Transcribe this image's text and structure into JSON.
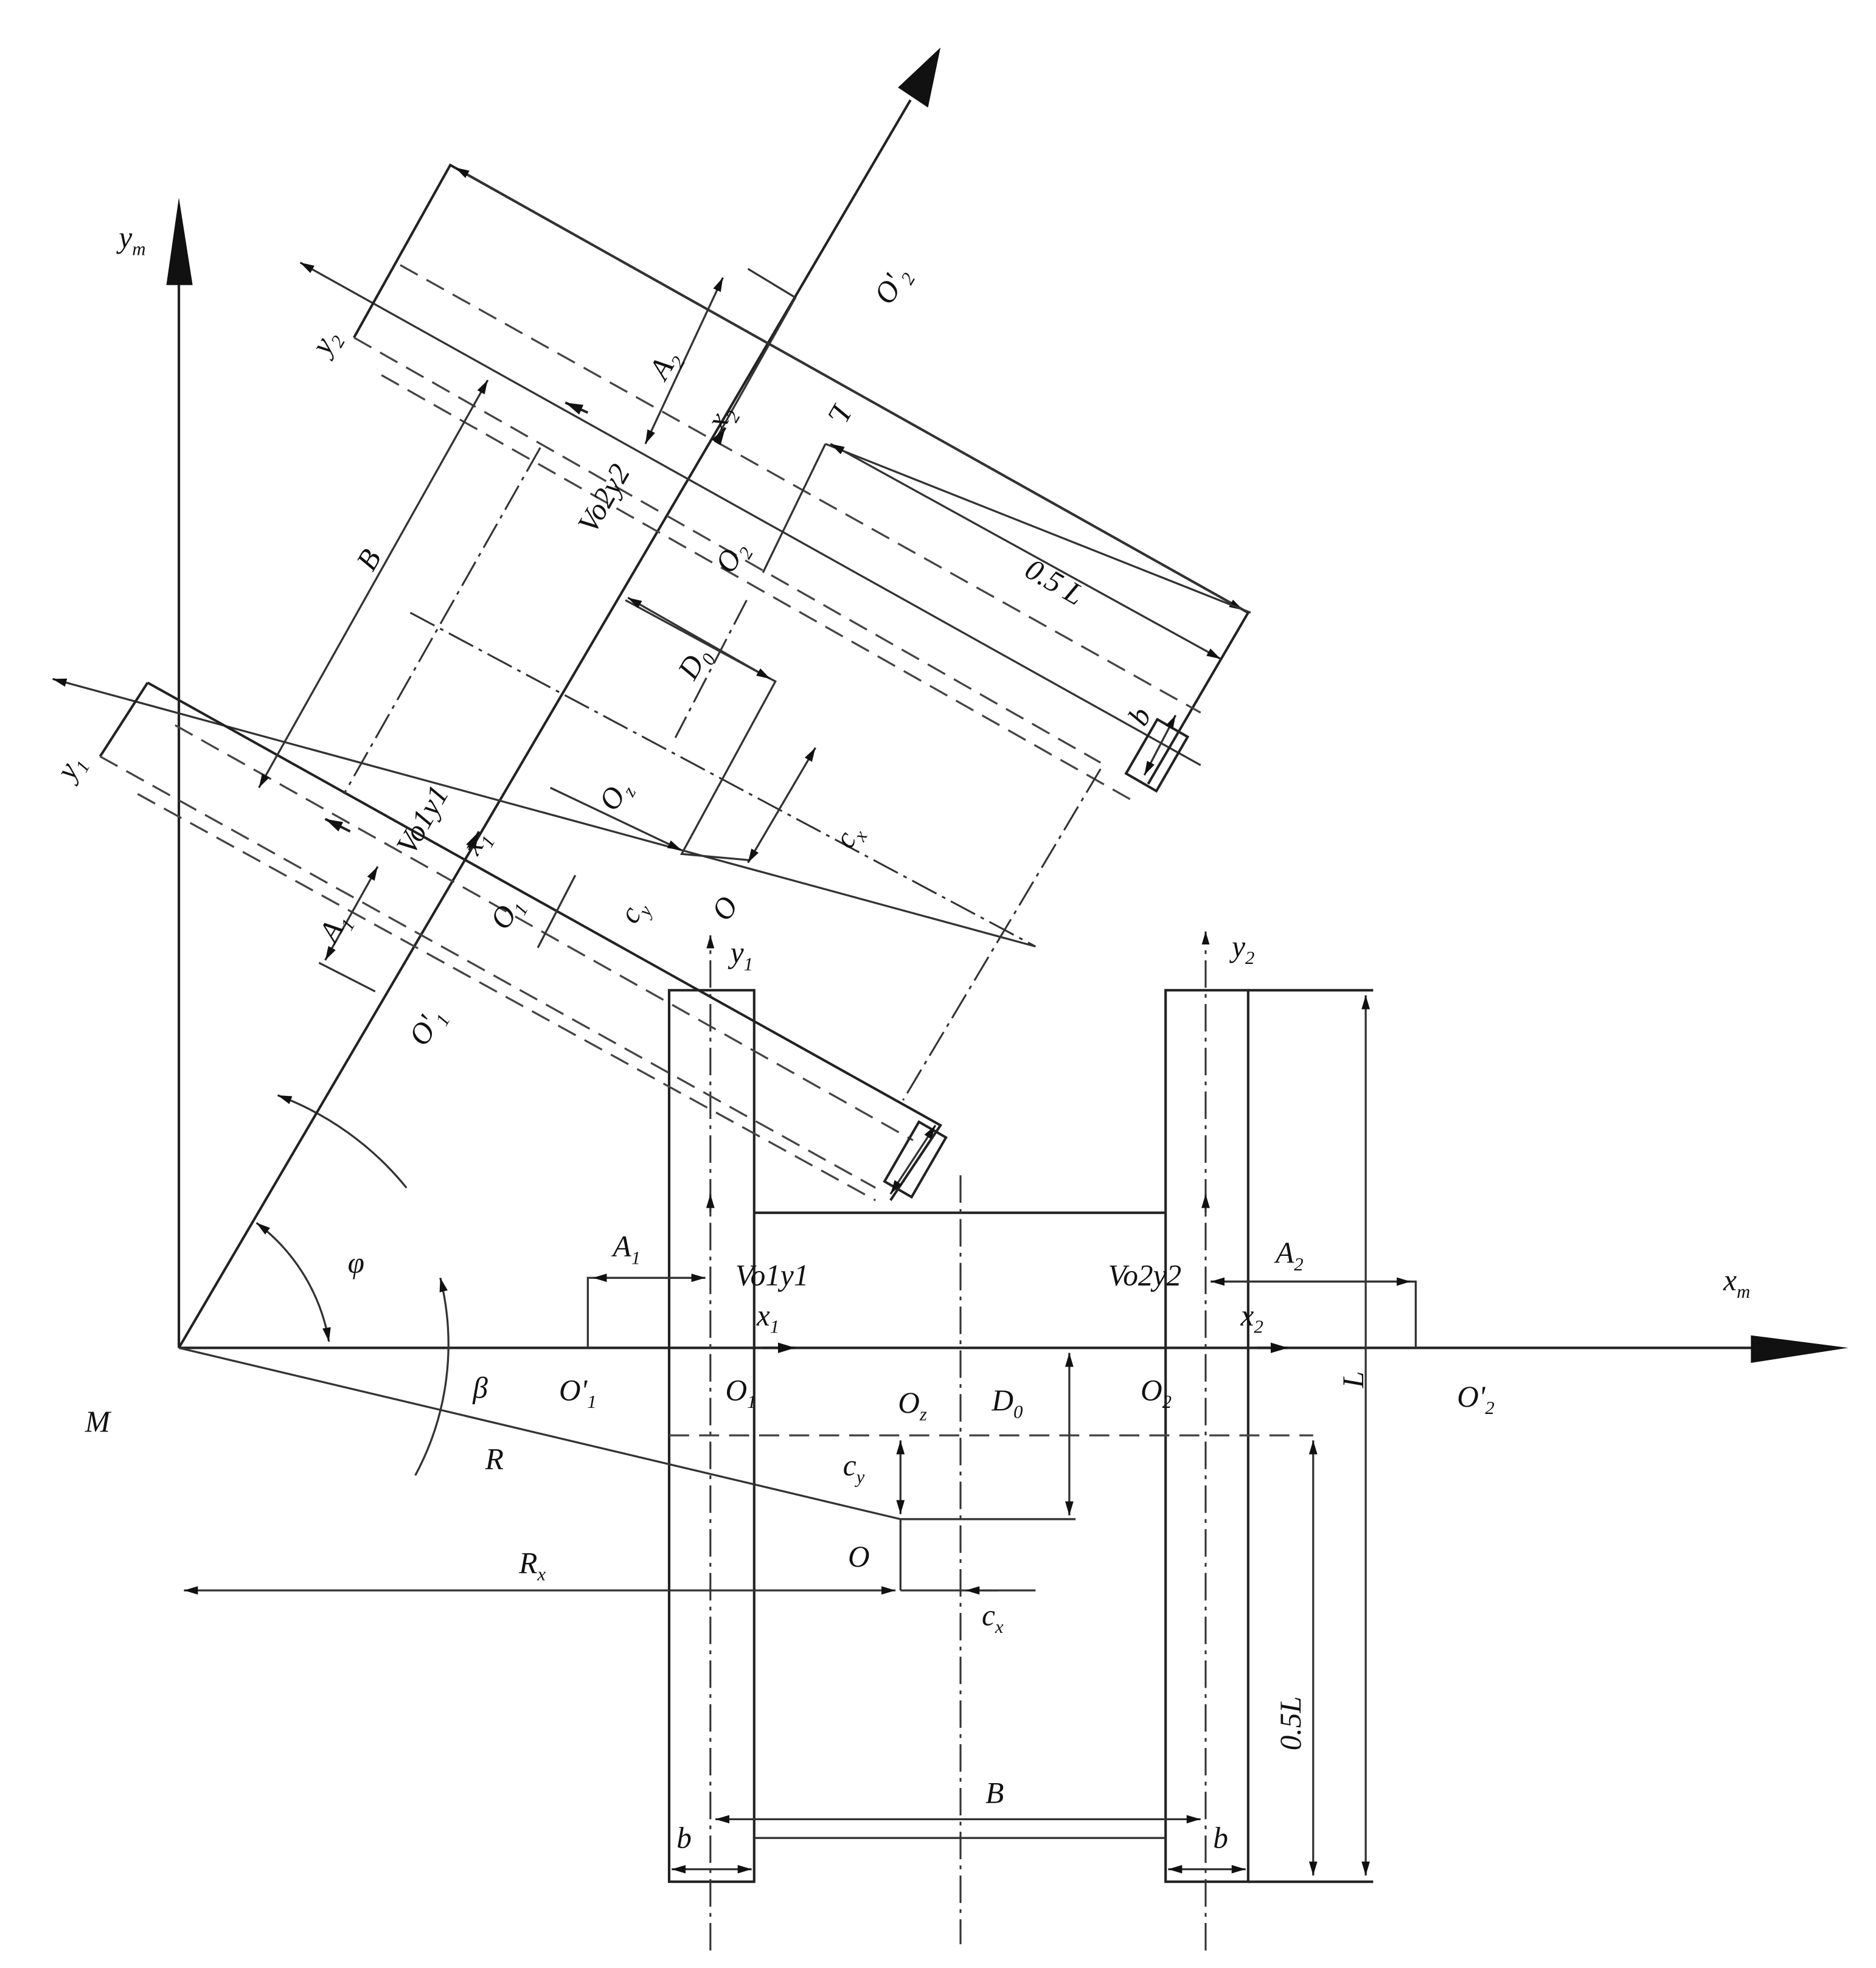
{
  "title": "Kinematic scheme of a turning tracked vehicle",
  "fixed_frame": {
    "ym": "y",
    "ym_sub": "m",
    "xm": "x",
    "xm_sub": "m",
    "M": "M",
    "phi": "φ",
    "beta": "β",
    "R": "R",
    "Rx": "R",
    "Rx_sub": "x",
    "O1p": "O'",
    "O1p_sub": "1",
    "O1": "O",
    "O1_sub": "1",
    "Oz": "O",
    "Oz_sub": "z",
    "D0": "D",
    "D0_sub": "0",
    "O2": "O",
    "O2_sub": "2",
    "O2p": "O'",
    "O2p_sub": "2",
    "cy": "c",
    "cy_sub": "y",
    "cx": "c",
    "cx_sub": "x",
    "O": "O",
    "L": "L",
    "halfL": "0.5L",
    "B": "B",
    "b1": "b",
    "b2": "b",
    "A1": "A",
    "A1_sub": "1",
    "A2": "A",
    "A2_sub": "2",
    "V1": "Vo1y1",
    "V2": "Vo2y2",
    "x1": "x",
    "x1_sub": "1",
    "x2": "x",
    "x2_sub": "2",
    "y1": "y",
    "y1_sub": "1",
    "y2": "y",
    "y2_sub": "2"
  },
  "rotated_frame": {
    "y2": "y",
    "y2_sub": "2",
    "A2": "A",
    "A2_sub": "2",
    "x2": "x",
    "x2_sub": "2",
    "O2p": "O'",
    "O2p_sub": "2",
    "L": "L",
    "V2": "Vo2y2",
    "O2": "O",
    "O2_sub": "2",
    "B": "B",
    "halfL": "0.5 L",
    "D0": "D",
    "D0_sub": "0",
    "b": "b",
    "Oz": "O",
    "Oz_sub": "z",
    "cx": "c",
    "cx_sub": "x",
    "cy": "c",
    "cy_sub": "y",
    "O": "O",
    "y1": "y",
    "y1_sub": "1",
    "V1": "Vo1y1",
    "x1": "x",
    "x1_sub": "1",
    "O1": "O",
    "O1_sub": "1",
    "A1": "A",
    "A1_sub": "1",
    "O1p": "O'",
    "O1p_sub": "1"
  }
}
